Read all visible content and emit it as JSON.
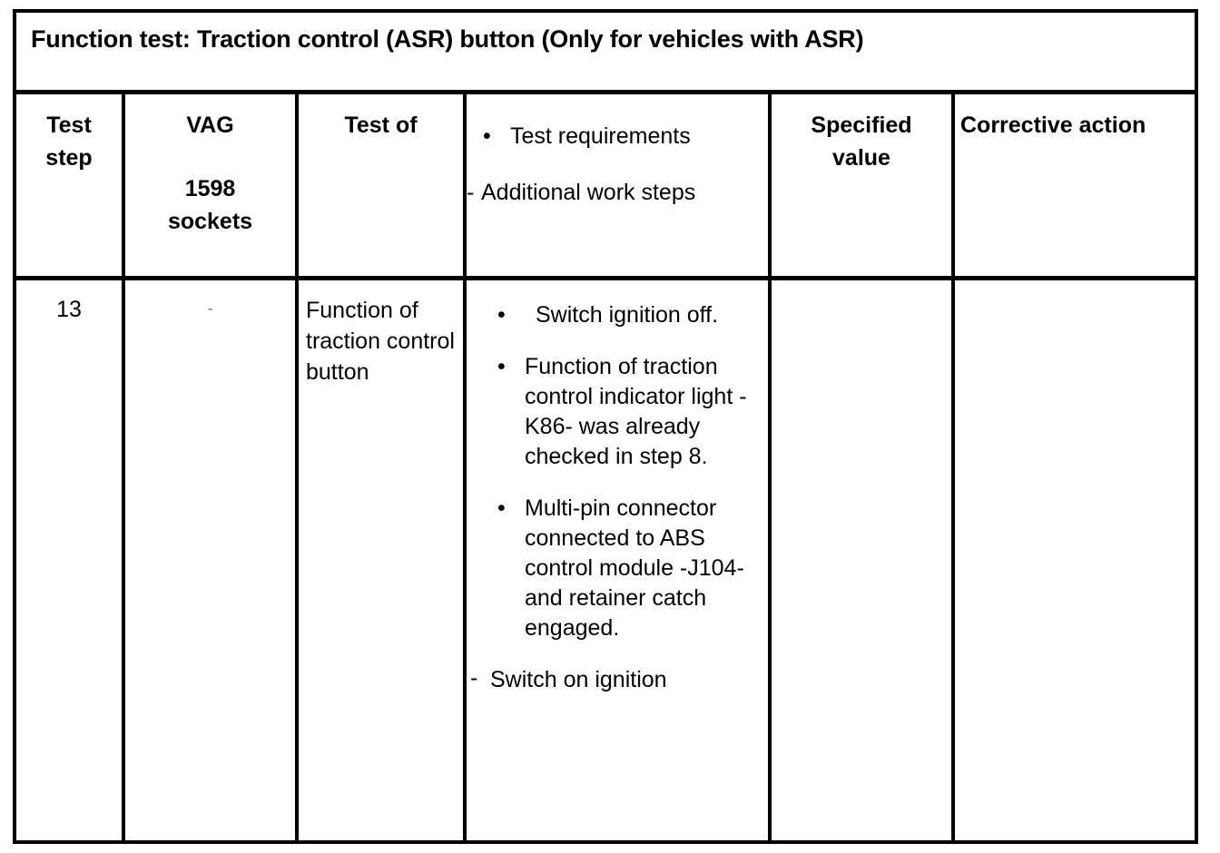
{
  "document": {
    "title": "Function test: Traction control (ASR) button (Only for vehicles with ASR)"
  },
  "table": {
    "headers": {
      "test_step": {
        "line1": "Test",
        "line2": "step"
      },
      "vag": {
        "line1": "VAG",
        "line2": "1598",
        "line3": "sockets"
      },
      "test_of": "Test of",
      "requirements": {
        "bullet_marker": "•",
        "bullet_label": "Test requirements",
        "dash_marker": "-",
        "dash_label": "Additional work steps"
      },
      "specified_value": {
        "line1": "Specified",
        "line2": "value"
      },
      "corrective_action": "Corrective action"
    },
    "rows": [
      {
        "test_step": "13",
        "vag": "-",
        "test_of": "Function of traction control button",
        "requirements": {
          "bullets": [
            {
              "marker": "•",
              "text": "Switch ignition off."
            },
            {
              "marker": "•",
              "text": "Function of traction control indicator light -K86- was already checked in step 8."
            },
            {
              "marker": "•",
              "text": "Multi-pin connector connected to ABS control module -J104- and retainer catch engaged."
            }
          ],
          "dash_items": [
            {
              "marker": "-",
              "text": "Switch on ignition"
            }
          ]
        },
        "specified_value": "",
        "corrective_action": ""
      }
    ]
  },
  "colors": {
    "rule": "#000000",
    "text": "#000000",
    "background": "#ffffff"
  }
}
